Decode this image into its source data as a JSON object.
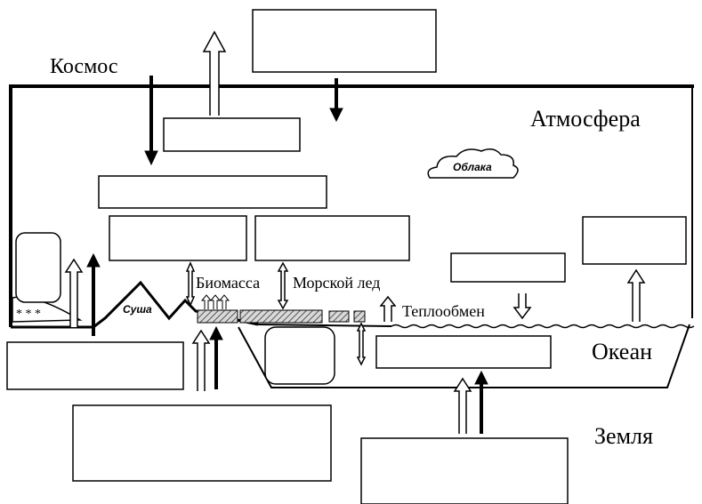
{
  "labels": {
    "space": "Космос",
    "atmosphere": "Атмосфера",
    "clouds": "Облака",
    "land": "Суша",
    "biomass": "Биомасса",
    "sea_ice": "Морской лед",
    "heat_exchange": "Теплообмен",
    "ocean": "Океан",
    "earth": "Земля"
  },
  "blank_boxes": [
    {
      "id": "top-box",
      "text": ""
    },
    {
      "id": "upper-atmosphere-box",
      "text": ""
    },
    {
      "id": "middle-atmosphere-box",
      "text": ""
    },
    {
      "id": "left-lower-box",
      "text": ""
    },
    {
      "id": "center-lower-box",
      "text": ""
    },
    {
      "id": "right-middle-box",
      "text": ""
    },
    {
      "id": "far-right-box",
      "text": ""
    },
    {
      "id": "left-rounded-box",
      "text": ""
    },
    {
      "id": "ocean-rounded-box",
      "text": ""
    },
    {
      "id": "ocean-inner-box",
      "text": ""
    },
    {
      "id": "left-earth-box",
      "text": ""
    },
    {
      "id": "bottom-center-box",
      "text": ""
    },
    {
      "id": "bottom-right-box",
      "text": ""
    }
  ],
  "colors": {
    "line": "#000000",
    "background": "#ffffff",
    "hatch": "#555555"
  }
}
